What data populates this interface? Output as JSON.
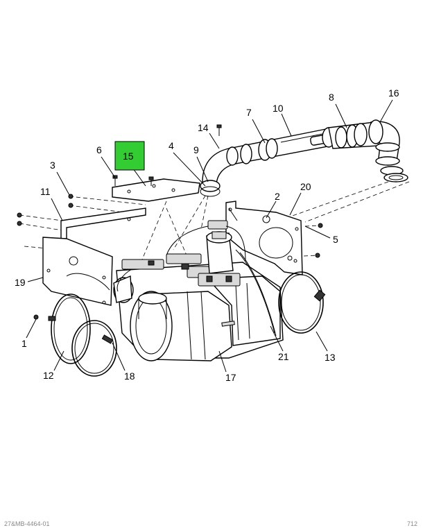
{
  "diagram": {
    "highlight_color": "#33cc33",
    "highlighted_part": "15",
    "labels": [
      "1",
      "2",
      "3",
      "4",
      "5",
      "6",
      "7",
      "8",
      "9",
      "10",
      "11",
      "12",
      "13",
      "14",
      "15",
      "16",
      "17",
      "18",
      "19",
      "20",
      "21"
    ]
  },
  "footer": {
    "left": "27&MB-4464-01",
    "right": "712"
  }
}
